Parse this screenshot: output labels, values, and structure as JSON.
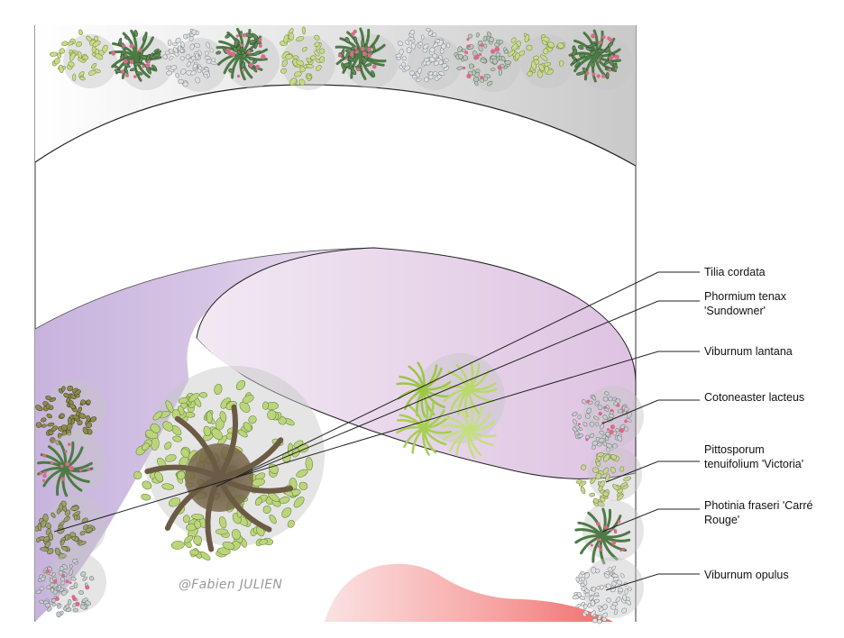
{
  "credit": "@Fabien JULIEN",
  "legend": [
    {
      "lines": [
        "Tilia cordata"
      ],
      "plant": "tilia"
    },
    {
      "lines": [
        "Phormium tenax",
        "'Sundowner'"
      ],
      "plant": "phormium"
    },
    {
      "lines": [
        "Viburnum lantana"
      ],
      "plant": "lantana"
    },
    {
      "lines": [
        "Cotoneaster lacteus"
      ],
      "plant": "cotoneaster"
    },
    {
      "lines": [
        "Pittosporum",
        "tenuifolium 'Victoria'"
      ],
      "plant": "pittosporum"
    },
    {
      "lines": [
        "Photinia fraseri 'Carré",
        "Rouge'"
      ],
      "plant": "photinia"
    },
    {
      "lines": [
        "Viburnum opulus"
      ],
      "plant": "opulus"
    }
  ],
  "colors": {
    "purple_band": "#cdb6e0",
    "lilac_ellipse": "#e3cde6",
    "grey_lawn": "#cfcfcf",
    "leader": "#222222",
    "salmon": "#f07a78",
    "leaf_green": "#a9c25a",
    "leaf_dark": "#4d7a45",
    "pink_bud": "#d96b8a",
    "grey_leaf": "#b8bcbf",
    "phormium": "#b7d96a",
    "trunk": "#6b5a44"
  }
}
